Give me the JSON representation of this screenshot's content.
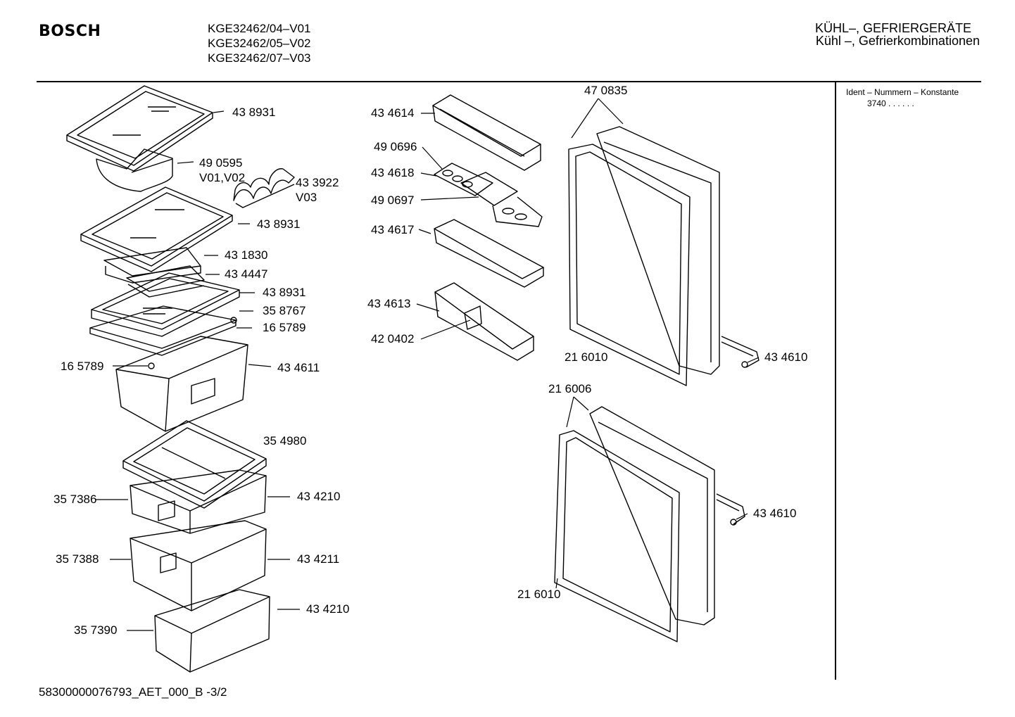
{
  "header": {
    "brand": "BOSCH",
    "models": [
      "KGE32462/04–V01",
      "KGE32462/05–V02",
      "KGE32462/07–V03"
    ],
    "category_line1": "KÜHL–, GEFRIERGERÄTE",
    "category_line2": "Kühl –, Gefrierkombinationen"
  },
  "sidebar": {
    "ident_title": "Ident – Nummern – Konstante",
    "ident_value": "3740  .  .    .  .  .  ."
  },
  "labels": {
    "glass_shelf_top": "43 8931",
    "bottle_holder": "49 0595",
    "bottle_holder_variant": "V01,V02",
    "wine_rack": "43 3922",
    "wine_rack_variant": "V03",
    "glass_shelf_2": "43 8931",
    "tray_1830": "43 1830",
    "tray_4447": "43 4447",
    "glass_shelf_3": "43 8931",
    "cover_8767": "35 8767",
    "clip_right": "16 5789",
    "clip_left": "16 5789",
    "crisper": "43 4611",
    "freezer_lid": "35 4980",
    "drawer_front_1": "35 7386",
    "drawer_1": "43 4210",
    "drawer_front_2": "35 7388",
    "drawer_2": "43 4211",
    "drawer_front_3": "35 7390",
    "drawer_3": "43 4210",
    "door_shelf_4614": "43 4614",
    "egg_tray_0696": "49 0696",
    "butter_4618": "43 4618",
    "butter_lid_0697": "49 0697",
    "door_shelf_4617": "43 4617",
    "door_shelf_4613": "43 4613",
    "divider_0402": "42 0402",
    "fridge_door": "47 0835",
    "fridge_gasket": "21 6010",
    "fridge_hinge": "43 4610",
    "freezer_door": "21 6006",
    "freezer_hinge": "43 4610",
    "freezer_gasket": "21 6010"
  },
  "footer": {
    "doc_id": "58300000076793_AET_000_B  -3/2"
  }
}
